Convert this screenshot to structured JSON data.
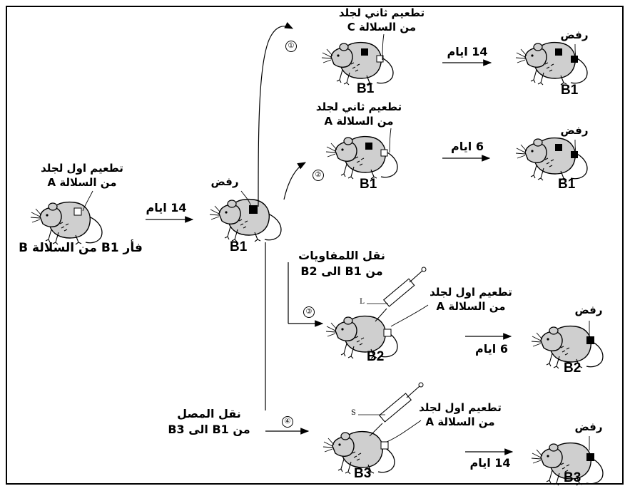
{
  "initial": {
    "graft_label_line1": "تطعيم اول لجلد",
    "graft_label_line2": "من السلالة A",
    "mouse_caption": "فأر B1 من السلالة B",
    "arrow_days": "14 ايام"
  },
  "b1_after": {
    "reject_label": "رفض",
    "name": "B1"
  },
  "branch1": {
    "marker": "①",
    "graft_line1": "تطعيم ثاني لجلد",
    "graft_line2": "من السلالة C",
    "mouse_name": "B1",
    "arrow_days": "14 ايام",
    "reject_label": "رفض",
    "result_name": "B1"
  },
  "branch2": {
    "marker": "②",
    "graft_line1": "تطعيم ثاني لجلد",
    "graft_line2": "من السلالة A",
    "mouse_name": "B1",
    "arrow_days": "6 ايام",
    "reject_label": "رفض",
    "result_name": "B1"
  },
  "branch3": {
    "marker": "③",
    "transfer_line1": "نقل اللمفاويات",
    "transfer_line2": "من B1 الى B2",
    "syringe_letter": "L",
    "graft_line1": "تطعيم اول لجلد",
    "graft_line2": "من السلالة A",
    "mouse_name": "B2",
    "arrow_days": "6 ايام",
    "reject_label": "رفض",
    "result_name": "B2"
  },
  "branch4": {
    "marker": "④",
    "transfer_line1": "نقل المصل",
    "transfer_line2": "من B1 الى B3",
    "syringe_letter": "S",
    "graft_line1": "تطعيم اول لجلد",
    "graft_line2": "من السلالة A",
    "mouse_name": "B3",
    "arrow_days": "14 ايام",
    "reject_label": "رفض",
    "result_name": "B3"
  }
}
